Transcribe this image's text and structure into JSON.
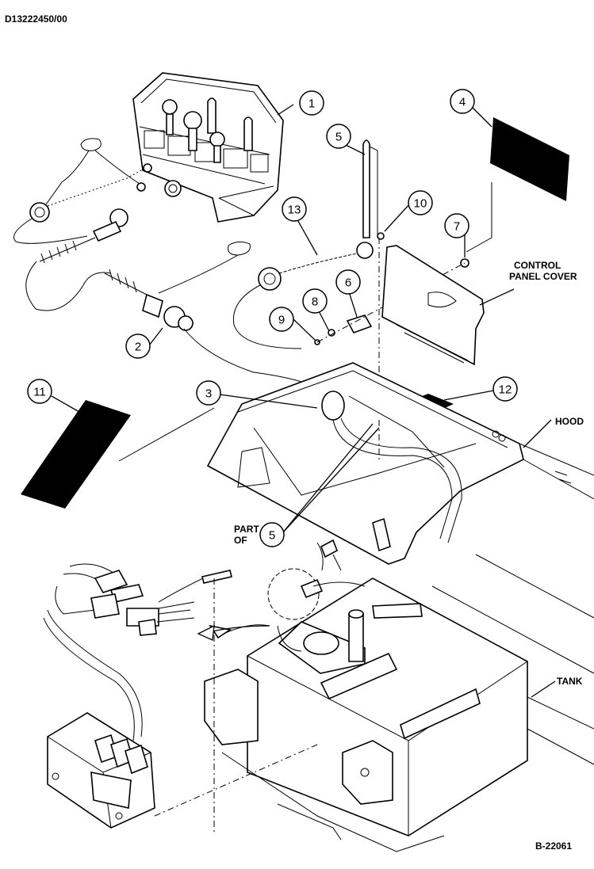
{
  "header": {
    "doc_code": "D13222450/00"
  },
  "footer": {
    "figure_code": "B-22061"
  },
  "labels": {
    "control_panel_cover": [
      "CONTROL",
      "PANEL COVER"
    ],
    "hood": "HOOD",
    "tank": "TANK",
    "part_of": [
      "PART",
      "OF"
    ]
  },
  "callouts": [
    {
      "id": "callout-1",
      "number": "1"
    },
    {
      "id": "callout-2",
      "number": "2"
    },
    {
      "id": "callout-3",
      "number": "3"
    },
    {
      "id": "callout-4",
      "number": "4"
    },
    {
      "id": "callout-5a",
      "number": "5"
    },
    {
      "id": "callout-5b",
      "number": "5"
    },
    {
      "id": "callout-6",
      "number": "6"
    },
    {
      "id": "callout-7",
      "number": "7"
    },
    {
      "id": "callout-8",
      "number": "8"
    },
    {
      "id": "callout-9",
      "number": "9"
    },
    {
      "id": "callout-10",
      "number": "10"
    },
    {
      "id": "callout-11",
      "number": "11"
    },
    {
      "id": "callout-12",
      "number": "12"
    },
    {
      "id": "callout-13",
      "number": "13"
    }
  ]
}
